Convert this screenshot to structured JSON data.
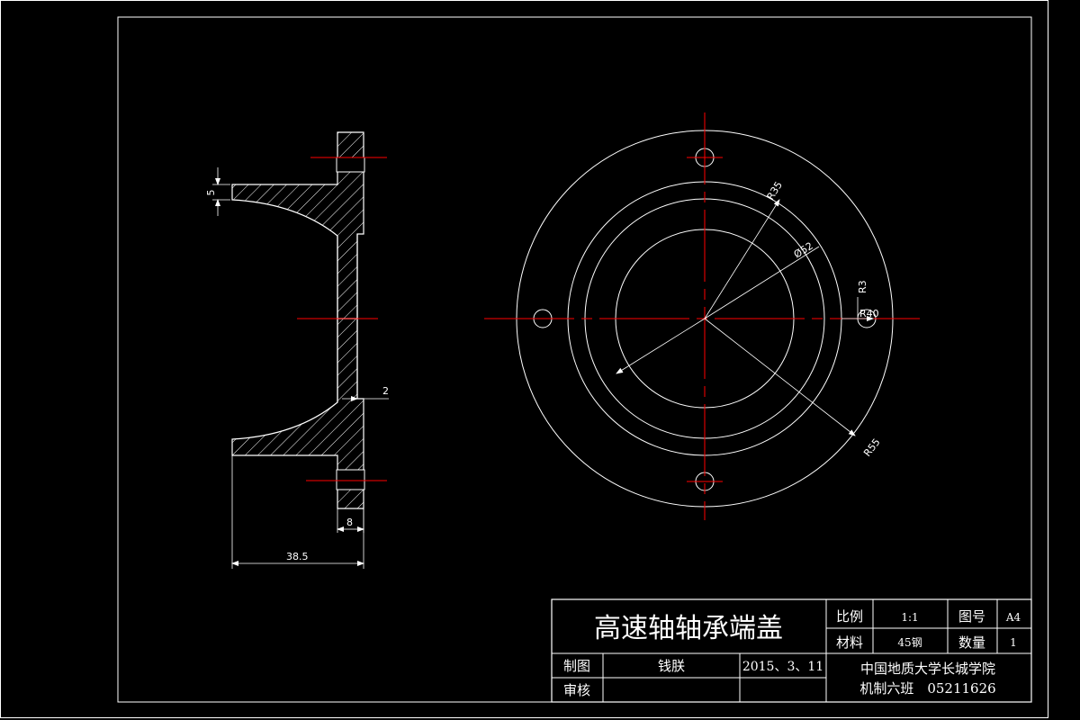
{
  "drawing": {
    "dimensions": {
      "d5": "5",
      "d2": "2",
      "d8": "8",
      "d38_5": "38.5",
      "r35": "R35",
      "phi52": "Ø52",
      "r3": "R3",
      "r40": "R40",
      "r55": "R55"
    }
  },
  "title_block": {
    "title": "高速轴轴承端盖",
    "scale_label": "比例",
    "scale_value": "1:1",
    "drawing_no_label": "图号",
    "drawing_no_value": "A4",
    "material_label": "材料",
    "material_value": "45钢",
    "quantity_label": "数量",
    "quantity_value": "1",
    "drawn_label": "制图",
    "drawn_by": "钱朕",
    "date": "2015、3、11",
    "checked_label": "审核",
    "school": "中国地质大学长城学院",
    "class_info": "机制六班　05211626"
  },
  "colors": {
    "background": "#000000",
    "line": "#ffffff",
    "center_line": "#ff0000"
  }
}
